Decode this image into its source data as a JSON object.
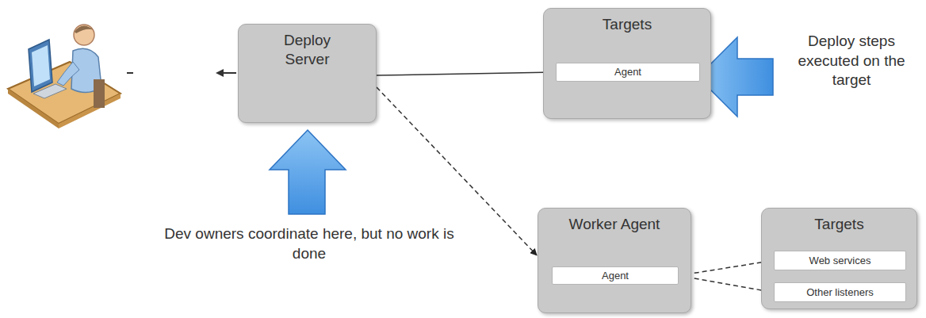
{
  "diagram": {
    "nodes": [
      {
        "text": [
          "Deploy Server"
        ]
      },
      {
        "text": [
          "Targets"
        ]
      },
      {
        "text": [
          "Agent"
        ],
        "in": 1
      },
      {
        "text": [
          "Worker Agent"
        ]
      },
      {
        "text": [
          "Agent"
        ],
        "in": 3
      },
      {
        "text": [
          "Targets"
        ]
      },
      {
        "text": [
          "Web services"
        ],
        "in": 5
      },
      {
        "text": [
          "Other listeners"
        ],
        "in": 5
      }
    ],
    "edges": [
      {
        "from": 0,
        "to": 2,
        "arrow": "to"
      },
      {
        "from": 0,
        "to": 3,
        "arrow": "to"
      },
      {
        "from": 4,
        "to": 6,
        "arrow": "to"
      },
      {
        "from": 4,
        "to": 7,
        "arrow": "to"
      }
    ],
    "labels": [
      "Deploy steps executed on the target",
      "Dev owners coordinate here, but no work is done"
    ]
  }
}
